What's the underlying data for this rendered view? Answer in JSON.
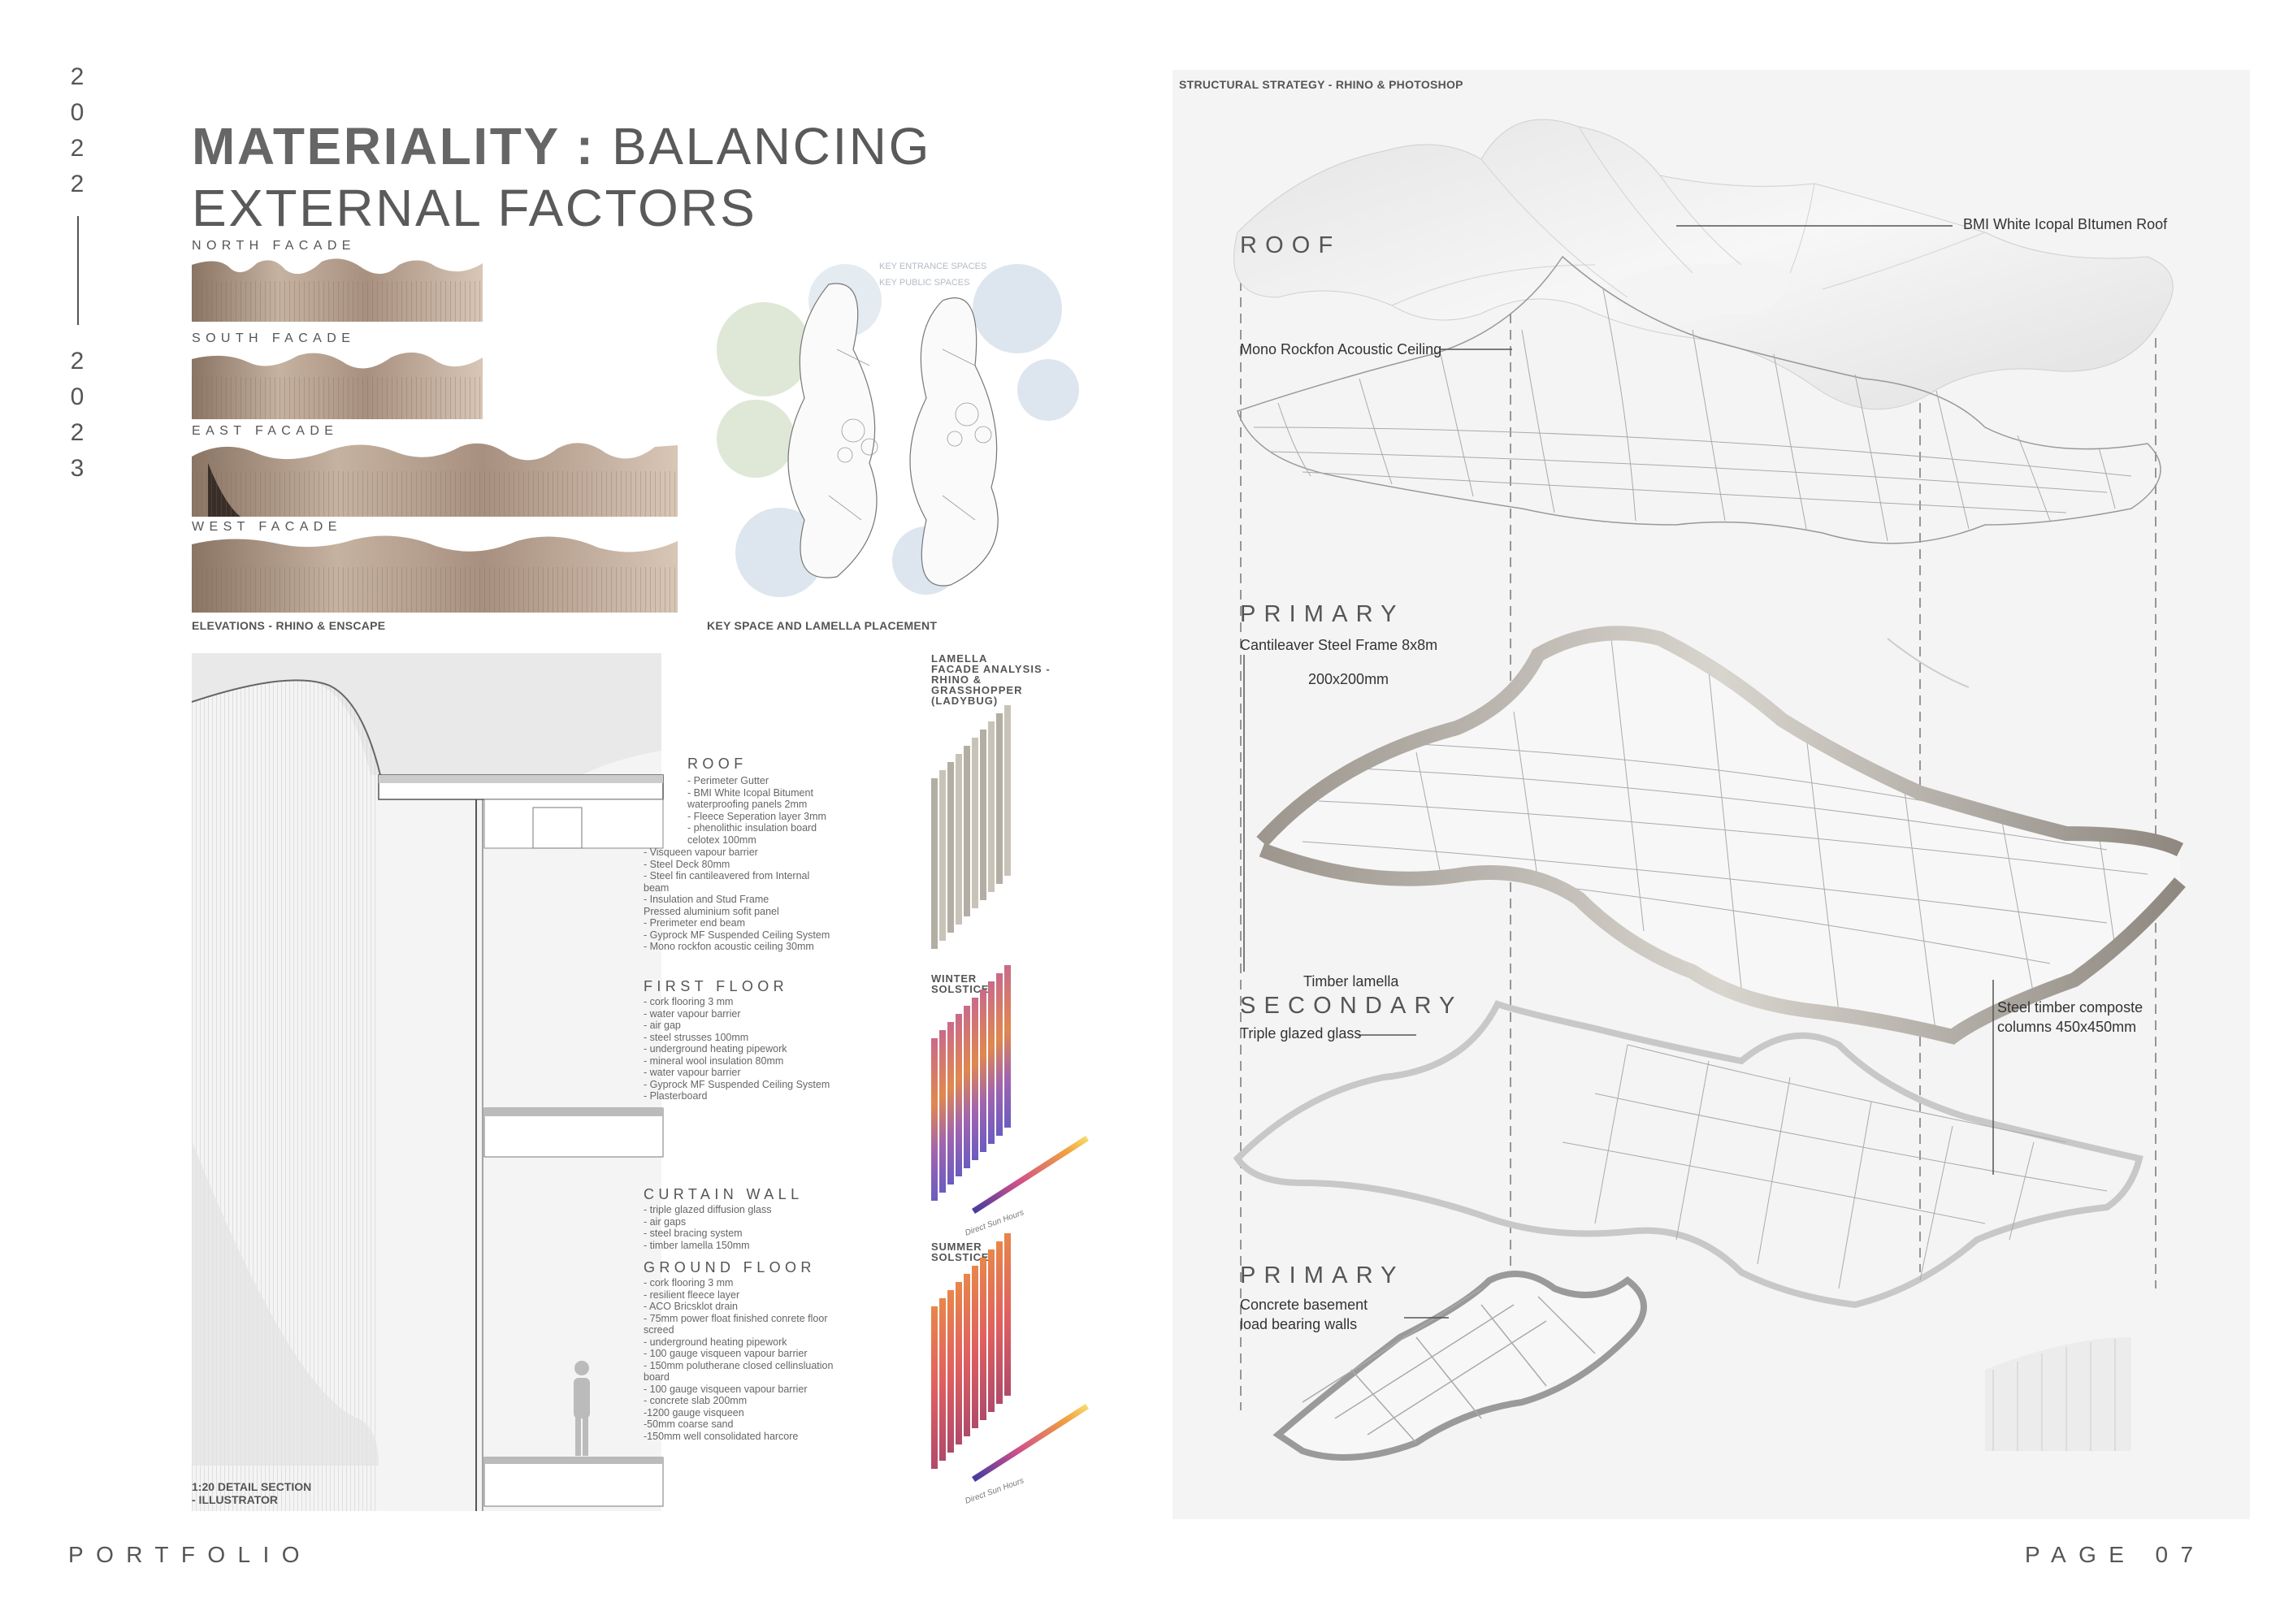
{
  "year": {
    "start": [
      "2",
      "0",
      "2",
      "2"
    ],
    "end": [
      "2",
      "0",
      "2",
      "3"
    ]
  },
  "title": {
    "bold": "MATERIALITY :",
    "rest_line1": "BALANCING",
    "line2": "EXTERNAL FACTORS"
  },
  "elevations": {
    "labels": [
      "NORTH FACADE",
      "SOUTH FACADE",
      "EAST FACADE",
      "WEST FACADE"
    ],
    "caption": "ELEVATIONS - RHINO & ENSCAPE"
  },
  "plans": {
    "legend": [
      "KEY ENTRANCE SPACES",
      "KEY PUBLIC SPACES"
    ],
    "caption": "KEY SPACE AND LAMELLA PLACEMENT"
  },
  "section": {
    "caption": [
      "1:20 DETAIL SECTION",
      "- ILLUSTRATOR"
    ],
    "roof": {
      "heading": "ROOF",
      "items": "- Perimeter Gutter\n- BMI White Icopal Bitument\nwaterproofing panels 2mm\n- Fleece Seperation layer 3mm\n- phenolithic insulation board\ncelotex 100mm"
    },
    "roof_more": {
      "items": "- Visqueen vapour barrier\n- Steel Deck 80mm\n- Steel fin cantileavered from Internal\nbeam\n- Insulation and Stud Frame\nPressed aluminium sofit panel\n- Prerimeter end beam\n- Gyprock MF Suspended Ceiling System\n- Mono rockfon acoustic ceiling 30mm"
    },
    "first_floor": {
      "heading": "FIRST FLOOR",
      "items": "- cork flooring 3 mm\n- water vapour barrier\n- air gap\n- steel strusses 100mm\n- underground heating pipework\n- mineral wool insulation 80mm\n- water vapour barrier\n- Gyprock MF Suspended Ceiling System\n- Plasterboard"
    },
    "curtain_wall": {
      "heading": "CURTAIN WALL",
      "items": "- triple glazed diffusion glass\n- air gaps\n- steel bracing system\n- timber lamella 150mm"
    },
    "ground_floor": {
      "heading": "GROUND FLOOR",
      "items": "- cork flooring 3 mm\n- resilient fleece layer\n- ACO Bricsklot drain\n- 75mm power float finished conrete floor\nscreed\n- underground heating pipework\n- 100 gauge visqueen vapour barrier\n- 150mm polutherane closed cellinsluation\nboard\n- 100 gauge visqueen vapour barrier\n- concrete slab 200mm\n-1200 gauge visqueen\n-50mm coarse sand\n-150mm well consolidated harcore"
    }
  },
  "lamella": {
    "heading": [
      "LAMELLA",
      "FACADE ANALYSIS -",
      "RHINO &",
      "GRASSHOPPER",
      "(LADYBUG)"
    ],
    "winter": [
      "WINTER",
      "SOLSTICE"
    ],
    "summer": [
      "SUMMER",
      "SOLSTICE"
    ],
    "legend_label": "Direct Sun Hours"
  },
  "structure": {
    "caption": "STRUCTURAL STRATEGY - RHINO & PHOTOSHOP",
    "layers": [
      "ROOF",
      "PRIMARY",
      "SECONDARY",
      "PRIMARY"
    ],
    "annotations": {
      "roof_material": "BMI White Icopal BItumen Roof",
      "ceiling": "Mono Rockfon Acoustic Ceiling",
      "frame": "Cantileaver Steel Frame 8x8m",
      "frame_size": "200x200mm",
      "lamella": "Timber lamella",
      "glass": "Triple glazed glass",
      "columns": [
        "Steel timber composte",
        "columns 450x450mm"
      ],
      "walls": [
        "Concrete basement",
        "load bearing walls"
      ]
    }
  },
  "footer": {
    "left": "PORTFOLIO",
    "right": "PAGE 07"
  },
  "colors": {
    "text": "#555555",
    "panel": "#f3f3f3",
    "roof": "#eeeeee",
    "timber": "#b9a28c"
  }
}
